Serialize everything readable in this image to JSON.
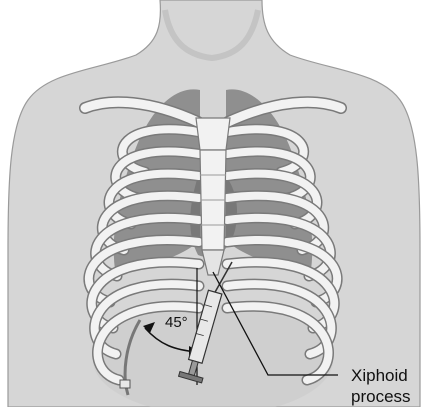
{
  "figure": {
    "angle_label": "45°",
    "callout_label_line1": "Xiphoid",
    "callout_label_line2": "process"
  },
  "colors": {
    "skin": "#d6d6d6",
    "skin_shadow": "#bdbdbd",
    "bone": "#f2f2f2",
    "bone_edge": "#7a7a7a",
    "lung": "#8f8f8f",
    "lung_dark": "#6e6e6e",
    "line": "#111111"
  }
}
